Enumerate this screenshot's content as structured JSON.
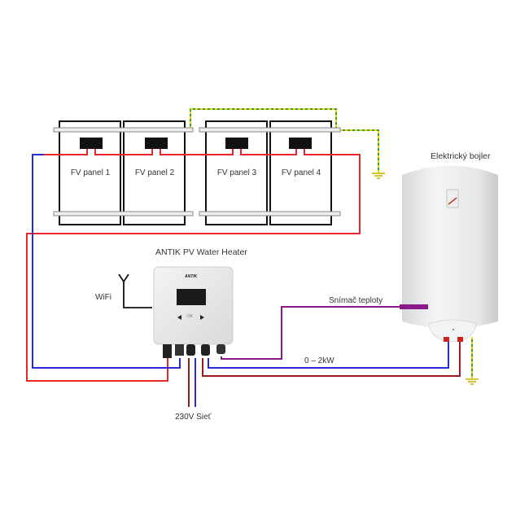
{
  "panels": [
    {
      "label": "FV panel 1"
    },
    {
      "label": "FV panel 2"
    },
    {
      "label": "FV panel 3"
    },
    {
      "label": "FV panel 4"
    }
  ],
  "controller": {
    "title": "ANTIK PV Water Heater",
    "brand": "ANTIK",
    "ok_label": "OK"
  },
  "boiler": {
    "title": "Elektrický bojler"
  },
  "labels": {
    "wifi": "WiFi",
    "sensor": "Snímač teploty",
    "power": "0 – 2kW",
    "mains": "230V Sieť"
  },
  "colors": {
    "dc_positive": "#e8262a",
    "dc_negative": "#2a2ad8",
    "ac_line": "#9b1c1c",
    "sensor": "#8a1a8a",
    "ground": "#c9b800"
  }
}
